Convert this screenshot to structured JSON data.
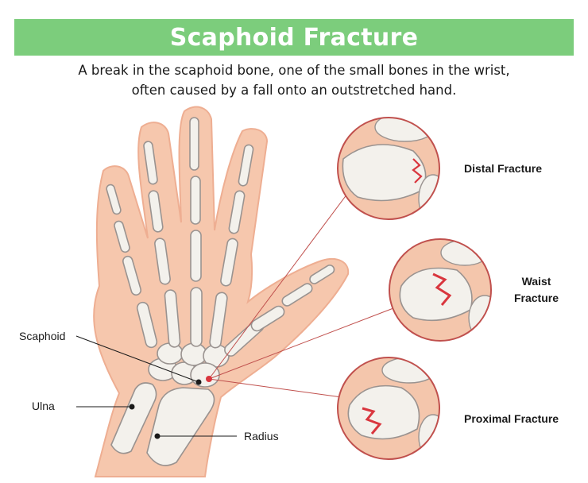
{
  "title": "Scaphoid Fracture",
  "description": {
    "line1": "A break in the scaphoid bone, one of the small bones in the wrist,",
    "line2": "often caused by a fall onto an outstretched hand."
  },
  "labels": {
    "scaphoid": "Scaphoid",
    "ulna": "Ulna",
    "radius": "Radius"
  },
  "fractures": {
    "distal": "Distal Fracture",
    "waist_line1": "Waist",
    "waist_line2": "Fracture",
    "proximal": "Proximal Fracture"
  },
  "colors": {
    "banner": "#7ccd7c",
    "skin": "#f6c7ad",
    "bone": "#f3f1ec",
    "fracture": "#d9363e",
    "circle_border": "#c0504d"
  }
}
